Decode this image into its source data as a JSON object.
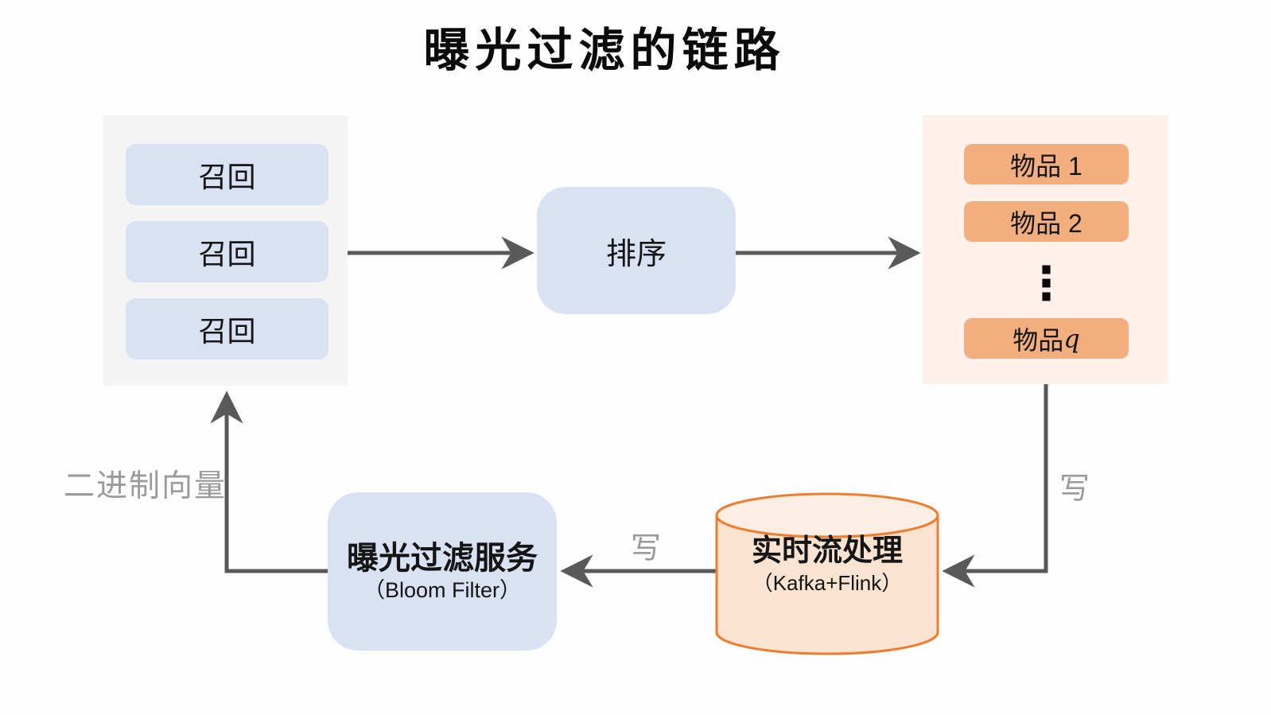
{
  "title": "曝光过滤的链路",
  "colors": {
    "panel_gray": "#f4f4f4",
    "panel_orange": "#fdf1ea",
    "blue_box": "#d9e2f3",
    "orange_box": "#f3ae80",
    "cylinder_fill": "#fbe3d1",
    "cylinder_top_fill": "#fdeee3",
    "cylinder_stroke": "#ed7d31",
    "arrow": "#595959",
    "label_gray": "#9b9b9b"
  },
  "recall_panel": {
    "item1": "召回",
    "item2": "召回",
    "item3": "召回"
  },
  "ranking_box": {
    "label": "排序"
  },
  "items_panel": {
    "item1": "物品 1",
    "item2": "物品 2",
    "ellipsis": "⋮",
    "itemq_prefix": "物品 ",
    "itemq_var": "q"
  },
  "bloom_box": {
    "label": "曝光过滤服务",
    "sublabel": "（Bloom Filter）"
  },
  "stream_cylinder": {
    "label": "实时流处理",
    "sublabel": "（Kafka+Flink）"
  },
  "edges": {
    "binary_vector_label": "二进制向量",
    "write_left_label": "写",
    "write_right_label": "写"
  }
}
